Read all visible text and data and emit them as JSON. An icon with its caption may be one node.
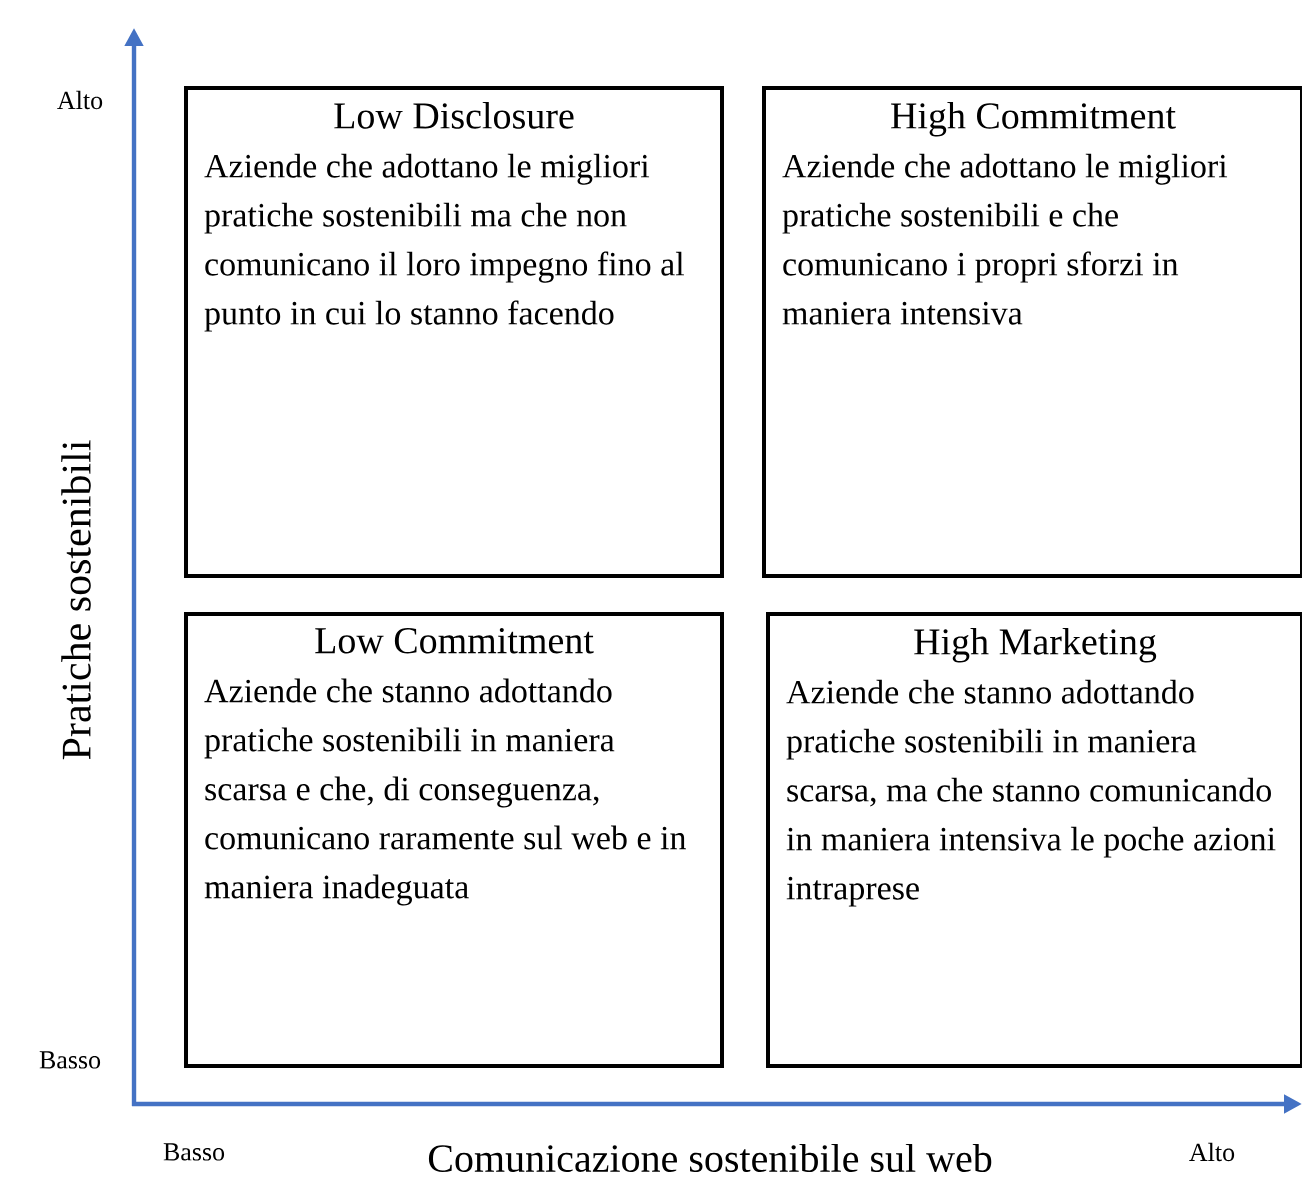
{
  "diagram": {
    "nodes": [
      {
        "text": [
          "Low Disclosure",
          "Aziende che adottano le migliori pratiche sostenibili ma che non comunicano il loro impegno fino al punto in cui lo stanno facendo"
        ]
      },
      {
        "text": [
          "High Commitment",
          "Aziende che adottano le migliori pratiche sostenibili e che comunicano i propri sforzi in maniera intensiva"
        ]
      },
      {
        "text": [
          "Low Commitment",
          "Aziende che stanno adottando pratiche sostenibili in maniera scarsa e che, di conseguenza, comunicano raramente sul web e in maniera inadeguata"
        ]
      },
      {
        "text": [
          "High Marketing",
          "Aziende che stanno adottando pratiche sostenibili in maniera scarsa, ma che stanno comunicando in maniera intensiva le poche azioni intraprese"
        ]
      }
    ],
    "labels": [
      "Alto",
      "Pratiche sostenibili",
      "Basso",
      "Basso",
      "Comunicazione sostenibile sul web",
      "Alto"
    ]
  }
}
